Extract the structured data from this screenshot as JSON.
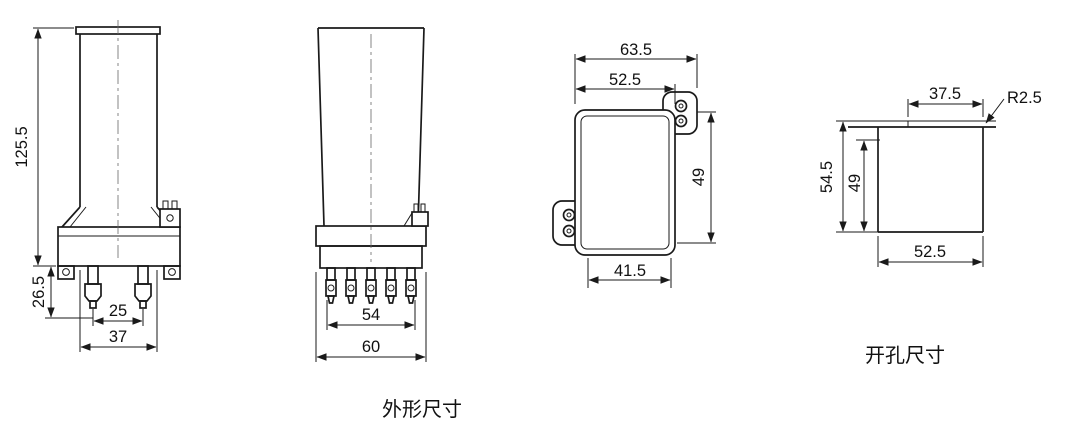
{
  "meta": {
    "background": "#ffffff",
    "line_color": "#1a1a1a"
  },
  "captions": {
    "outline": "外形尺寸",
    "cutout": "开孔尺寸"
  },
  "front_view": {
    "height": "125.5",
    "terminal_height": "26.5",
    "terminal_spacing": "25",
    "width": "37"
  },
  "side_view": {
    "terminal_span": "54",
    "width": "60"
  },
  "panel_cutout_front": {
    "overall_width": "63.5",
    "body_width": "52.5",
    "height": "49",
    "bottom_width": "41.5"
  },
  "panel_cutout_side": {
    "top_width": "37.5",
    "corner_radius": "R2.5",
    "overall_depth": "54.5",
    "inner_depth": "49",
    "bottom_width": "52.5"
  }
}
